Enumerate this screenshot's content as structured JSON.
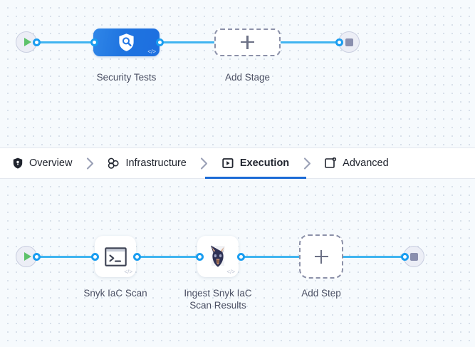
{
  "colors": {
    "canvas_bg": "#f6fafd",
    "grid_dot": "#d3dbe6",
    "connector_blue": "#40b4f0",
    "port_blue": "#1a9df0",
    "stage_node_blue": "#1f74e0",
    "active_tab_underline": "#1b6bd6",
    "dashed_border": "#8b90a8",
    "start_play_green": "#5dc26a",
    "stop_square_gray": "#8a8fae",
    "snyk_dog_navy": "#2e3154",
    "snyk_dog_tan": "#d9a88a",
    "label_text": "#4a4f63",
    "tab_text": "#20242e",
    "tab_bar_bg": "#ffffff"
  },
  "stage_canvas": {
    "start_node": {
      "icon": "play-icon",
      "label": ""
    },
    "nodes": [
      {
        "id": "security-tests",
        "label": "Security Tests",
        "icon": "shield-search-icon",
        "badge": "</>",
        "type": "stage"
      },
      {
        "id": "add-stage",
        "label": "Add Stage",
        "icon": "plus-icon",
        "type": "add"
      }
    ],
    "end_node": {
      "icon": "stop-icon",
      "label": ""
    }
  },
  "tab_bar": {
    "separator_icon": "chevron-right-icon",
    "tabs": [
      {
        "id": "overview",
        "label": "Overview",
        "icon": "shield-icon",
        "active": false
      },
      {
        "id": "infrastructure",
        "label": "Infrastructure",
        "icon": "cluster-nodes-icon",
        "active": false
      },
      {
        "id": "execution",
        "label": "Execution",
        "icon": "play-box-icon",
        "active": true
      },
      {
        "id": "advanced",
        "label": "Advanced",
        "icon": "square-gear-icon",
        "active": false
      }
    ]
  },
  "step_canvas": {
    "start_node": {
      "icon": "play-icon",
      "label": ""
    },
    "nodes": [
      {
        "id": "snyk-iac-scan",
        "label": "Snyk IaC Scan",
        "icon": "terminal-icon",
        "badge": "</>",
        "type": "step"
      },
      {
        "id": "ingest-snyk-iac-scan-results",
        "label": "Ingest Snyk IaC\nScan Results",
        "icon": "snyk-dog-icon",
        "badge": "</>",
        "type": "step"
      },
      {
        "id": "add-step",
        "label": "Add Step",
        "icon": "plus-icon",
        "type": "add"
      }
    ],
    "end_node": {
      "icon": "stop-icon",
      "label": ""
    }
  }
}
